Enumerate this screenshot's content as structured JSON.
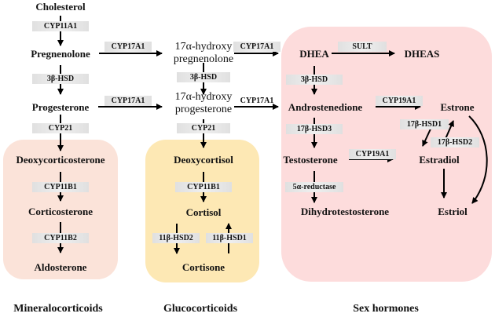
{
  "colors": {
    "mineralocorticoid_box": "#fbe3d9",
    "glucocorticoid_box": "#fde8b4",
    "sex_hormone_box": "#fddcdc",
    "enzyme_label_bg": "#e6e6e6",
    "arrow": "#000000"
  },
  "nodes": {
    "cholesterol": "Cholesterol",
    "pregnenolone": "Pregnenolone",
    "progesterone": "Progesterone",
    "hydroxypregnenolone_1": "17α-hydroxy",
    "hydroxypregnenolone_2": "pregnenolone",
    "hydroxyprogesterone_1": "17α-hydroxy",
    "hydroxyprogesterone_2": "progesterone",
    "deoxycorticosterone": "Deoxycorticosterone",
    "corticosterone": "Corticosterone",
    "aldosterone": "Aldosterone",
    "deoxycortisol": "Deoxycortisol",
    "cortisol": "Cortisol",
    "cortisone": "Cortisone",
    "dhea": "DHEA",
    "dheas": "DHEAS",
    "androstenedione": "Androstenedione",
    "testosterone": "Testosterone",
    "dihydrotestosterone": "Dihydrotestosterone",
    "estrone": "Estrone",
    "estradiol": "Estradiol",
    "estriol": "Estriol"
  },
  "enzymes": {
    "cyp11a1": "CYP11A1",
    "hsd3b_left": "3β-HSD",
    "cyp21_left": "CYP21",
    "cyp11b1_left": "CYP11B1",
    "cyp11b2": "CYP11B2",
    "cyp17a1_preg": "CYP17A1",
    "cyp17a1_prog": "CYP17A1",
    "hsd3b_mid": "3β-HSD",
    "cyp21_mid": "CYP21",
    "cyp11b1_mid": "CYP11B1",
    "hsd11b2": "11β-HSD2",
    "hsd11b1": "11β-HSD1",
    "cyp17a1_dhea": "CYP17A1",
    "cyp17a1_andro": "CYP17A1",
    "sult": "SULT",
    "hsd3b_right": "3β-HSD",
    "hsd17b3": "17β-HSD3",
    "reductase5a": "5α-reductase",
    "cyp19a1_andro": "CYP19A1",
    "cyp19a1_testo": "CYP19A1",
    "hsd17b1": "17β-HSD1",
    "hsd17b2": "17β-HSD2"
  },
  "categories": {
    "mineralocorticoids": "Mineralocorticoids",
    "glucocorticoids": "Glucocorticoids",
    "sex_hormones": "Sex hormones"
  }
}
